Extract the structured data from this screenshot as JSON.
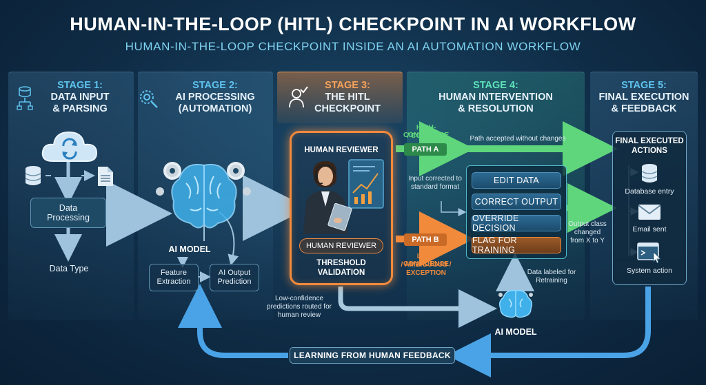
{
  "header": {
    "title": "HUMAN-IN-THE-LOOP (HITL) CHECKPOINT IN AI WORKFLOW",
    "subtitle": "HUMAN-IN-THE-LOOP CHECKPOINT INSIDE AN AI AUTOMATION WORKFLOW"
  },
  "stages": {
    "s1": {
      "num": "STAGE 1:",
      "title1": "DATA INPUT",
      "title2": "& PARSING",
      "box": "Data Processing",
      "output": "Data Type"
    },
    "s2": {
      "num": "STAGE 2:",
      "title1": "AI PROCESSING",
      "title2": "(AUTOMATION)",
      "model": "AI MODEL",
      "feature": "Feature Extraction",
      "prediction": "AI Output Prediction"
    },
    "s3": {
      "num": "STAGE 3:",
      "title1": "THE HITL",
      "title2": "CHECKPOINT",
      "reviewer_top": "HUMAN REVIEWER",
      "reviewer_bottom": "HUMAN REVIEWER",
      "threshold1": "THRESHOLD",
      "threshold2": "VALIDATION",
      "low_note": "Low-confidence predictions routed for human review"
    },
    "s4": {
      "num": "STAGE 4:",
      "title1": "HUMAN INTERVENTION",
      "title2": "& RESOLUTION",
      "actions": [
        "EDIT DATA",
        "CORRECT OUTPUT",
        "OVERRIDE DECISION",
        "FLAG FOR TRAINING"
      ],
      "input_note": "Input corrected to standard format",
      "output_note": "Output class changed from X to Y",
      "label_note": "Data labeled for Retraining",
      "model": "AI MODEL"
    },
    "s5": {
      "num": "STAGE 5:",
      "title1": "FINAL EXECUTION",
      "title2": "& FEEDBACK",
      "panel_title": "FINAL EXECUTED ACTIONS",
      "db": "Database entry",
      "email": "Email sent",
      "system": "System action"
    }
  },
  "paths": {
    "high1": "HIGH-CONFIDENCE",
    "high2": "/ CORRECT",
    "path_a": "PATH A",
    "accepted": "Path accepted without changes",
    "path_b": "PATH B",
    "low1": "LOW-CONFIDENCE",
    "low2": "/ AMBIGUOUS /",
    "low3": "EXCEPTION"
  },
  "feedback": {
    "label": "LEARNING FROM HUMAN FEEDBACK"
  },
  "colors": {
    "green": "#5fd67c",
    "orange": "#f28a3c",
    "blue": "#4aa3e6",
    "panel": "#163a57"
  }
}
